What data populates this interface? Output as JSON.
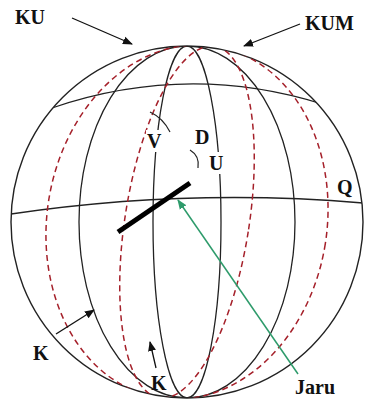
{
  "diagram": {
    "labels": [
      "KU",
      "KUM",
      "V",
      "D",
      "U",
      "Q",
      "K",
      "K",
      "Jaru"
    ]
  }
}
